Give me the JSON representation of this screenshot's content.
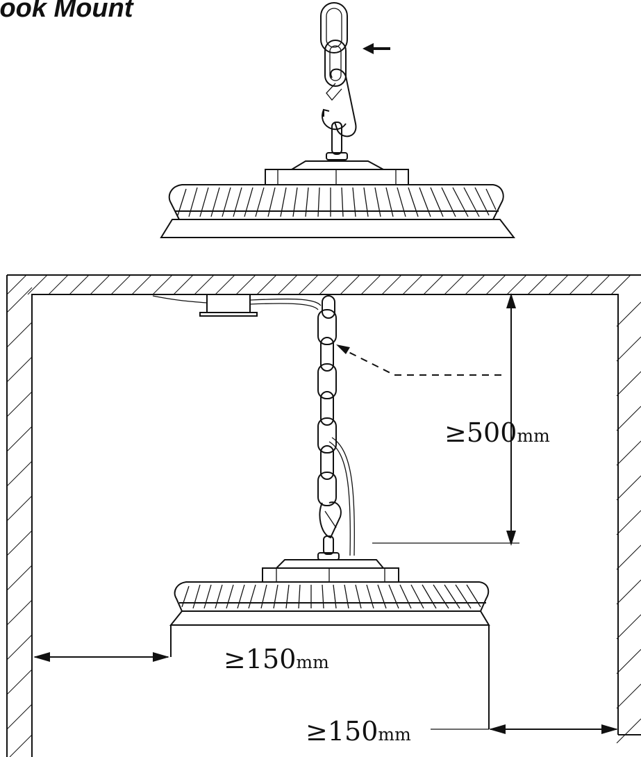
{
  "title": "Hook Mount",
  "dimensions": {
    "vertical_clearance": {
      "symbol": "≥",
      "value": "500",
      "unit": "mm"
    },
    "left_clearance": {
      "symbol": "≥",
      "value": "150",
      "unit": "mm"
    },
    "right_clearance": {
      "symbol": "≥",
      "value": "150",
      "unit": "mm"
    }
  },
  "colors": {
    "line": "#111111",
    "background": "#ffffff"
  },
  "icons": [
    "pointer-arrow-icon",
    "chain-icon",
    "hook-icon",
    "high-bay-lamp-icon"
  ]
}
